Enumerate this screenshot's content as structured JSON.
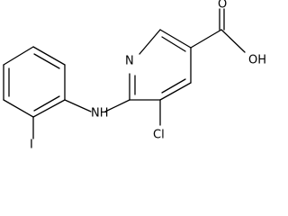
{
  "molecule": {
    "atoms": {
      "ring_nitrogen": "N",
      "amine": "NH",
      "chloro": "Cl",
      "iodo": "I",
      "hydroxyl": "OH",
      "carbonyl_oxygen": "O"
    }
  }
}
